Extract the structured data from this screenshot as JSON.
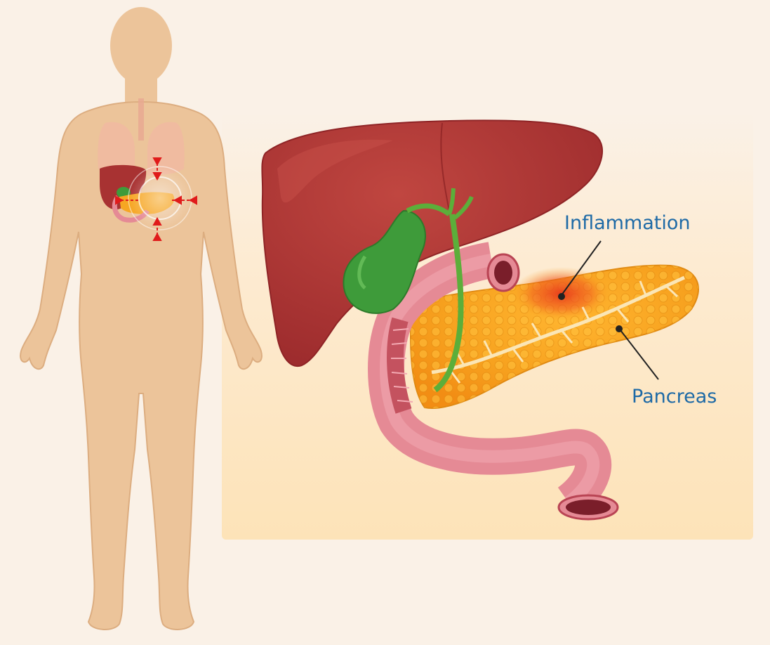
{
  "labels": {
    "inflammation": "Inflammation",
    "pancreas": "Pancreas"
  },
  "colors": {
    "background": "#faf1e7",
    "panel": "#fde6bf",
    "body_skin": "#ecc49a",
    "body_outline": "#d7a67b",
    "liver": "#a83232",
    "liver_highlight": "#c44a45",
    "gallbladder": "#3e9b3a",
    "bile_duct": "#5cae3a",
    "duodenum": "#e58a95",
    "duodenum_inner": "#c4525f",
    "pancreas": "#f6a623",
    "pancreas_light": "#ffc94a",
    "inflammation": "#e8391c",
    "label_text": "#1e6aa6",
    "pain_markers": "#e01b1b"
  },
  "icons": {
    "body": "human-body-silhouette",
    "liver": "liver-illustration",
    "gallbladder": "gallbladder-illustration",
    "duodenum": "duodenum-illustration",
    "pancreas": "pancreas-illustration",
    "pain": "pain-arrows-icon"
  }
}
